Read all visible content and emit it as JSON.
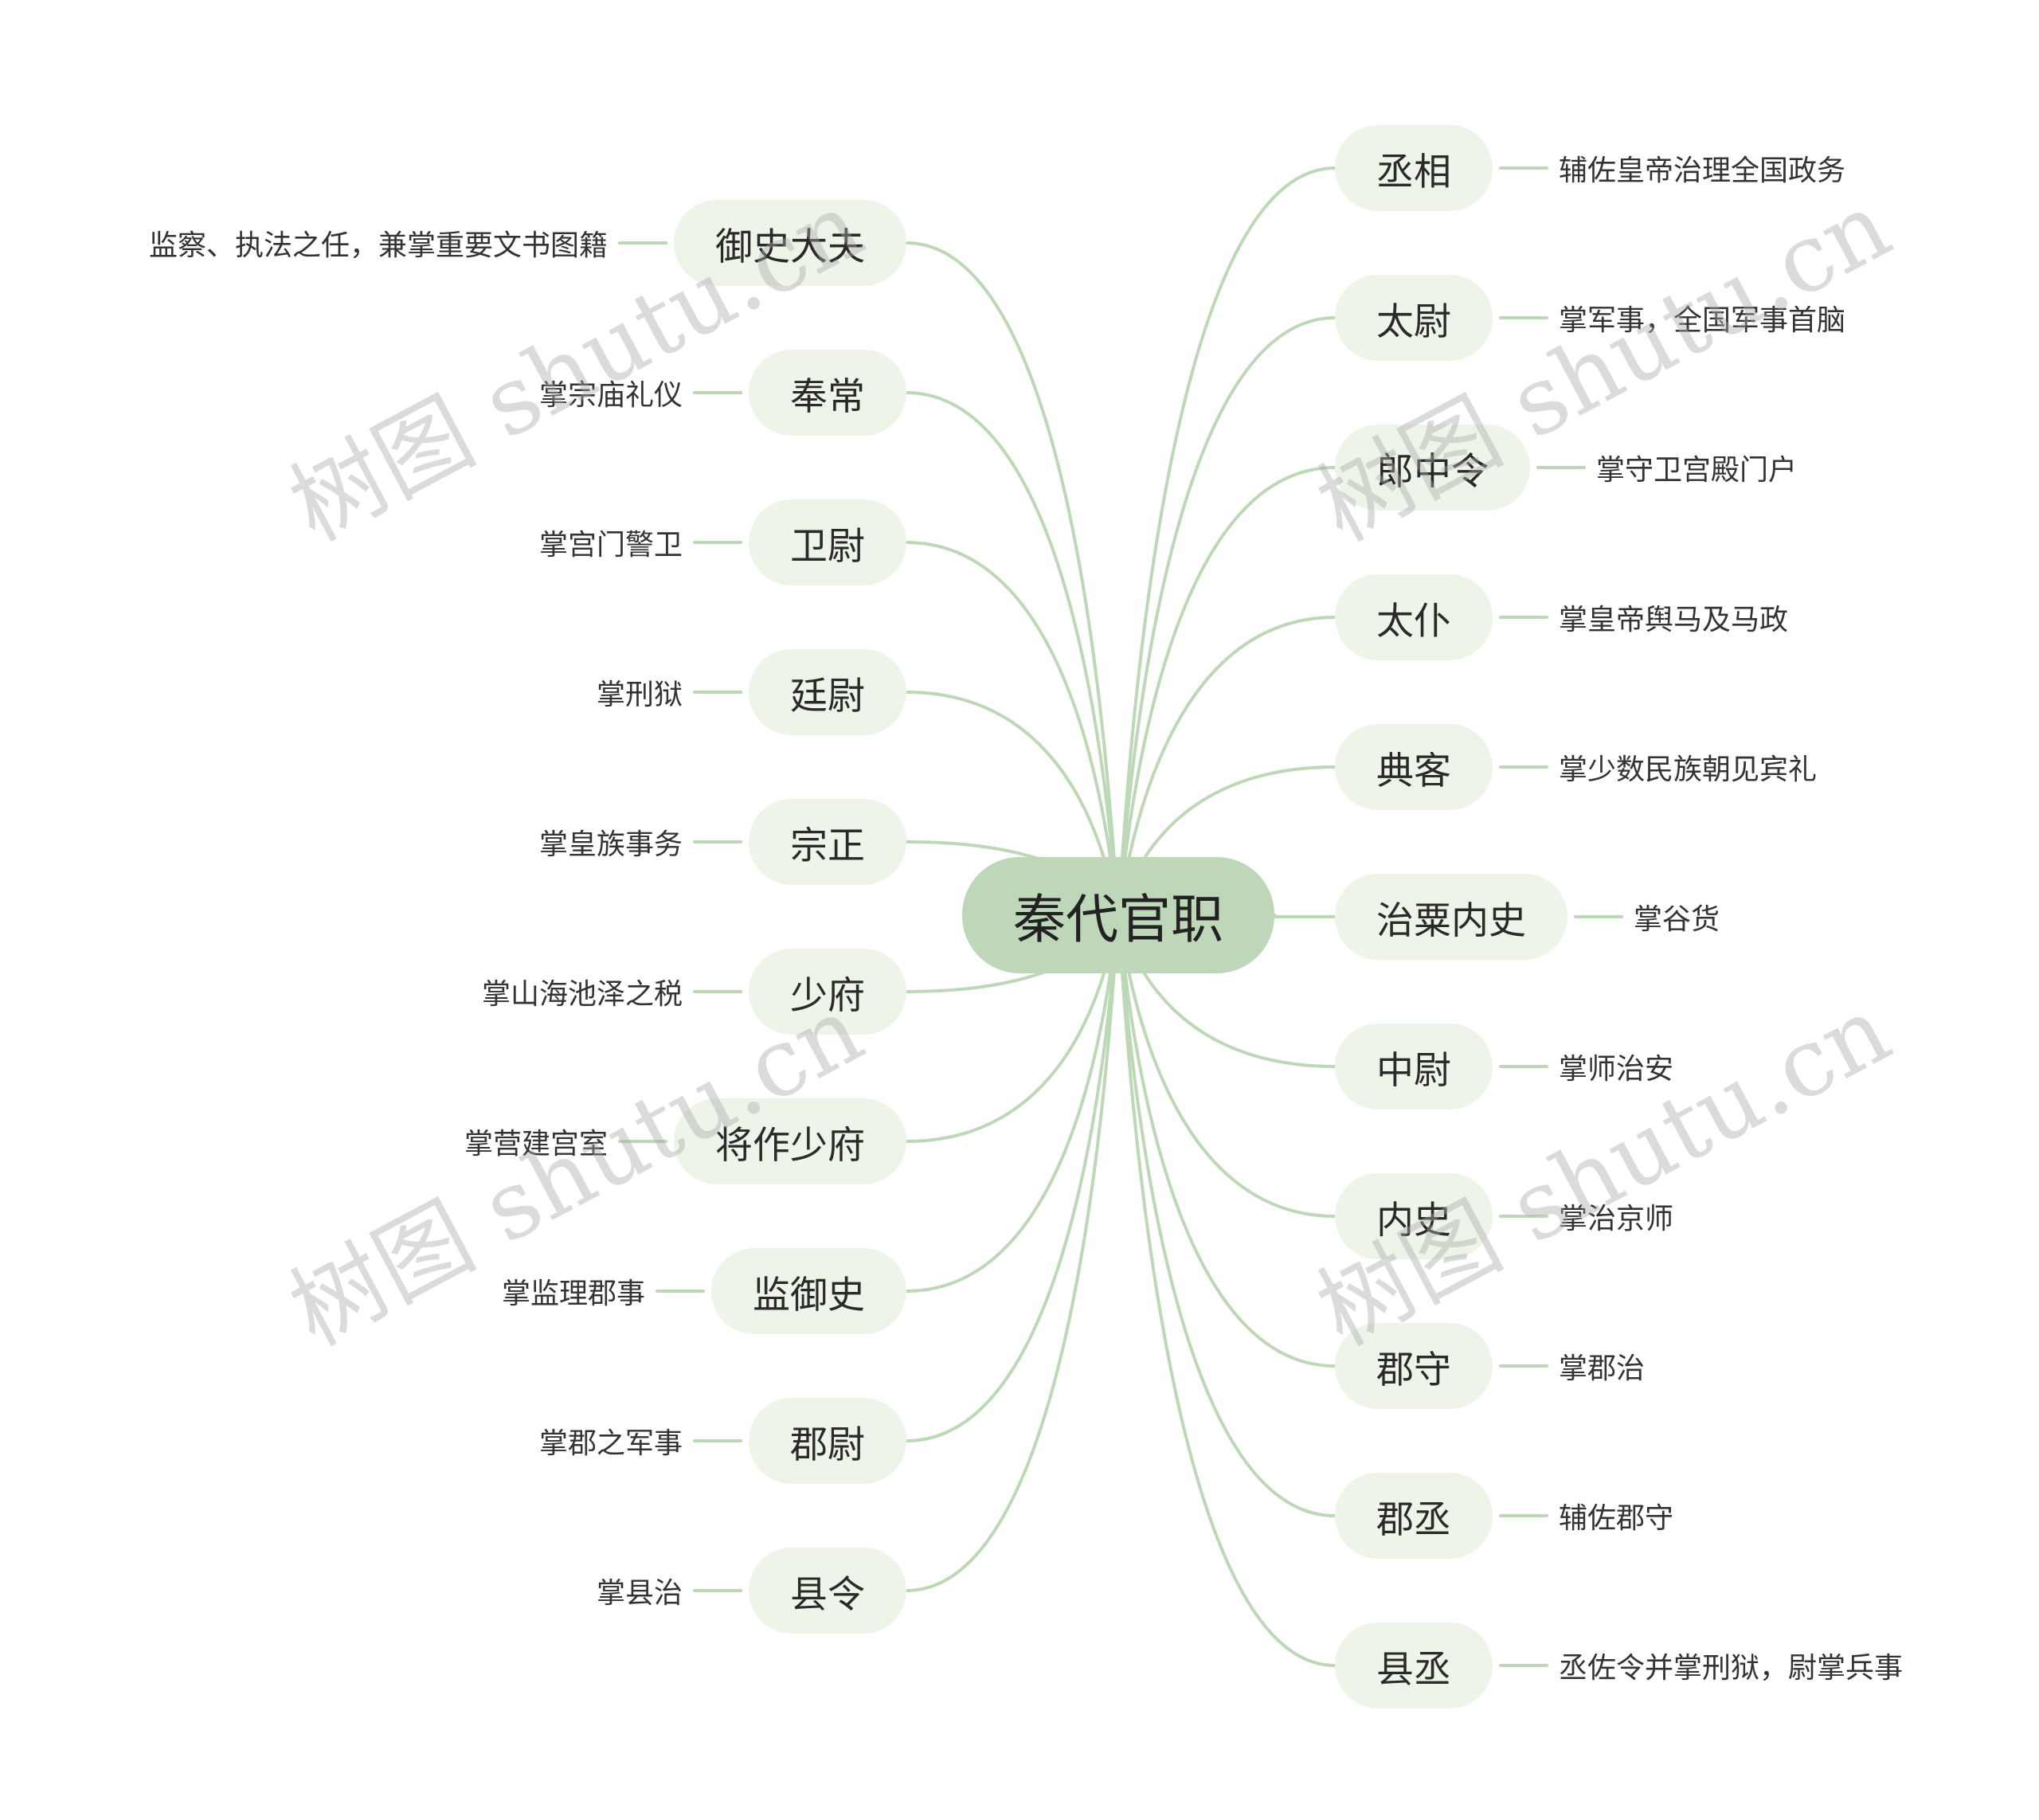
{
  "root": "秦代官职",
  "watermark": "树图 shutu.cn",
  "colors": {
    "connector": "#bcd8b6",
    "root_fill": "#bdd7b8",
    "branch_fill": "#eef5e8"
  },
  "left": [
    {
      "title": "御史大夫",
      "desc": "监察、执法之任，兼掌重要文书图籍"
    },
    {
      "title": "奉常",
      "desc": "掌宗庙礼仪"
    },
    {
      "title": "卫尉",
      "desc": "掌宫门警卫"
    },
    {
      "title": "廷尉",
      "desc": "掌刑狱"
    },
    {
      "title": "宗正",
      "desc": "掌皇族事务"
    },
    {
      "title": "少府",
      "desc": "掌山海池泽之税"
    },
    {
      "title": "将作少府",
      "desc": "掌营建宫室"
    },
    {
      "title": "监御史",
      "desc": "掌监理郡事"
    },
    {
      "title": "郡尉",
      "desc": "掌郡之军事"
    },
    {
      "title": "县令",
      "desc": "掌县治"
    }
  ],
  "right": [
    {
      "title": "丞相",
      "desc": "辅佐皇帝治理全国政务"
    },
    {
      "title": "太尉",
      "desc": "掌军事，全国军事首脑"
    },
    {
      "title": "郎中令",
      "desc": "掌守卫宫殿门户"
    },
    {
      "title": "太仆",
      "desc": "掌皇帝舆马及马政"
    },
    {
      "title": "典客",
      "desc": "掌少数民族朝见宾礼"
    },
    {
      "title": "治粟内史",
      "desc": "掌谷货"
    },
    {
      "title": "中尉",
      "desc": "掌师治安"
    },
    {
      "title": "内史",
      "desc": "掌治京师"
    },
    {
      "title": "郡守",
      "desc": "掌郡治"
    },
    {
      "title": "郡丞",
      "desc": "辅佐郡守"
    },
    {
      "title": "县丞",
      "desc": "丞佐令并掌刑狱，尉掌兵事"
    }
  ]
}
